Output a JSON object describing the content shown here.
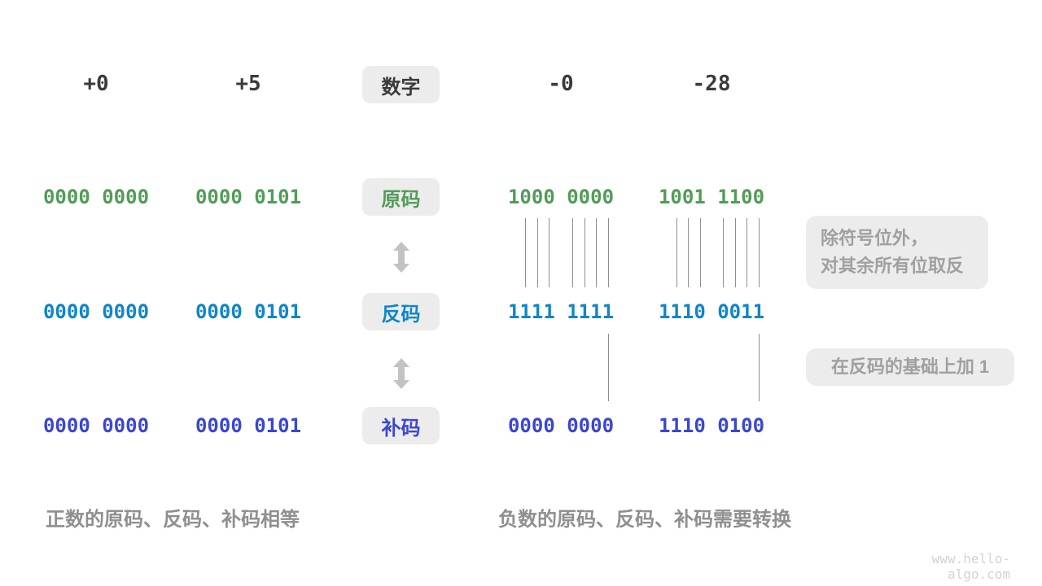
{
  "header": {
    "label_box": "数字",
    "columns": [
      "+0",
      "+5",
      "-0",
      "-28"
    ]
  },
  "rows": [
    {
      "label": "原码",
      "meaning": "sign-magnitude",
      "color": "#529c58",
      "values": [
        "0000 0000",
        "0000 0101",
        "1000 0000",
        "1001 1100"
      ]
    },
    {
      "label": "反码",
      "meaning": "ones-complement",
      "color": "#0e85cc",
      "values": [
        "0000 0000",
        "0000 0101",
        "1111 1111",
        "1110 0011"
      ]
    },
    {
      "label": "补码",
      "meaning": "twos-complement",
      "color": "#3a46d2",
      "values": [
        "0000 0000",
        "0000 0101",
        "0000 0000",
        "1110 0100"
      ]
    }
  ],
  "annotations": {
    "invert_line1": "除符号位外，",
    "invert_line2": "对其余所有位取反",
    "add_one": "在反码的基础上加 1"
  },
  "captions": {
    "positive": "正数的原码、反码、补码相等",
    "negative": "负数的原码、反码、补码需要转换"
  },
  "watermark": "www.hello-algo.com",
  "colors": {
    "sign_magnitude": "#529c58",
    "ones_complement": "#0e85cc",
    "twos_complement": "#3a46d2",
    "box_background": "#ececec",
    "annotation_text": "#a0a0a0",
    "caption_text": "#8f8f8f",
    "arrow": "#c3c3c3",
    "header_text": "#3a3a3a"
  }
}
